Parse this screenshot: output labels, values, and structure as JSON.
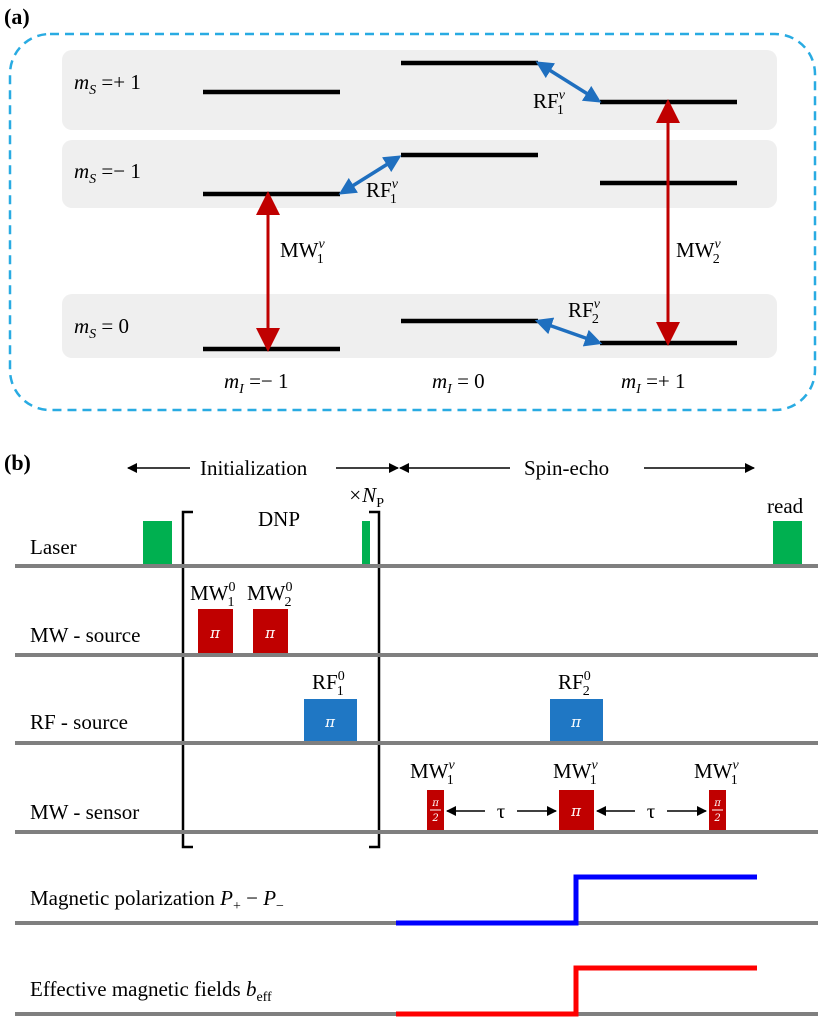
{
  "panel_a": {
    "tag": "(a)",
    "ms_labels": {
      "plus": {
        "m": "m",
        "sub": "S",
        "rest": " =+ 1"
      },
      "minus": {
        "m": "m",
        "sub": "S",
        "rest": " =− 1"
      },
      "zero": {
        "m": "m",
        "sub": "S",
        "rest": " = 0"
      }
    },
    "mi_labels": [
      {
        "m": "m",
        "sub": "I",
        "rest": " =− 1"
      },
      {
        "m": "m",
        "sub": "I",
        "rest": " = 0"
      },
      {
        "m": "m",
        "sub": "I",
        "rest": " =+ 1"
      }
    ],
    "transitions": {
      "rf_top": {
        "base": "RF",
        "sup": "ν",
        "sub": "1"
      },
      "rf_mid": {
        "base": "RF",
        "sup": "ν",
        "sub": "1"
      },
      "rf_bot": {
        "base": "RF",
        "sup": "ν",
        "sub": "2"
      },
      "mw1": {
        "base": "MW",
        "sup": "ν",
        "sub": "1"
      },
      "mw2": {
        "base": "MW",
        "sup": "ν",
        "sub": "2"
      }
    },
    "colors": {
      "dashed_border": "#29abe2",
      "band": "#efefef",
      "rf_arrow": "#1f6fbf",
      "mw_arrow": "#c00000"
    }
  },
  "panel_b": {
    "tag": "(b)",
    "phases": {
      "initialization": "Initialization",
      "spin_echo": "Spin-echo"
    },
    "dnp": "DNP",
    "repeat": {
      "base": "×N",
      "sub": "P"
    },
    "read": "read",
    "rows": {
      "laser": "Laser",
      "mw_source": "MW - source",
      "rf_source": "RF - source",
      "mw_sensor": "MW - sensor",
      "polarization": {
        "text": "Magnetic polarization ",
        "math": "P",
        "sub1": "+",
        "mid": " − ",
        "math2": "P",
        "sub2": "−"
      },
      "field": {
        "text": "Effective magnetic fields ",
        "math": "b",
        "sub": "eff"
      }
    },
    "pulses": {
      "mw_src_1": {
        "base": "MW",
        "sup": "0",
        "sub": "1",
        "glyph": "π"
      },
      "mw_src_2": {
        "base": "MW",
        "sup": "0",
        "sub": "2",
        "glyph": "π"
      },
      "rf_src_1": {
        "base": "RF",
        "sup": "0",
        "sub": "1",
        "glyph": "π"
      },
      "rf_src_2": {
        "base": "RF",
        "sup": "0",
        "sub": "2",
        "glyph": "π"
      },
      "sens_1": {
        "base": "MW",
        "sup": "ν",
        "sub": "1",
        "glyph_num": "π",
        "glyph_den": "2"
      },
      "sens_2": {
        "base": "MW",
        "sup": "ν",
        "sub": "1",
        "glyph": "π"
      },
      "sens_3": {
        "base": "MW",
        "sup": "ν",
        "sub": "1",
        "glyph_num": "π",
        "glyph_den": "2"
      }
    },
    "tau": "τ",
    "colors": {
      "laser": "#00b050",
      "mw": "#c00000",
      "rf": "#1f77c4",
      "polarization": "#0000ff",
      "field": "#ff0000",
      "baseline": "#7f7f7f"
    }
  }
}
